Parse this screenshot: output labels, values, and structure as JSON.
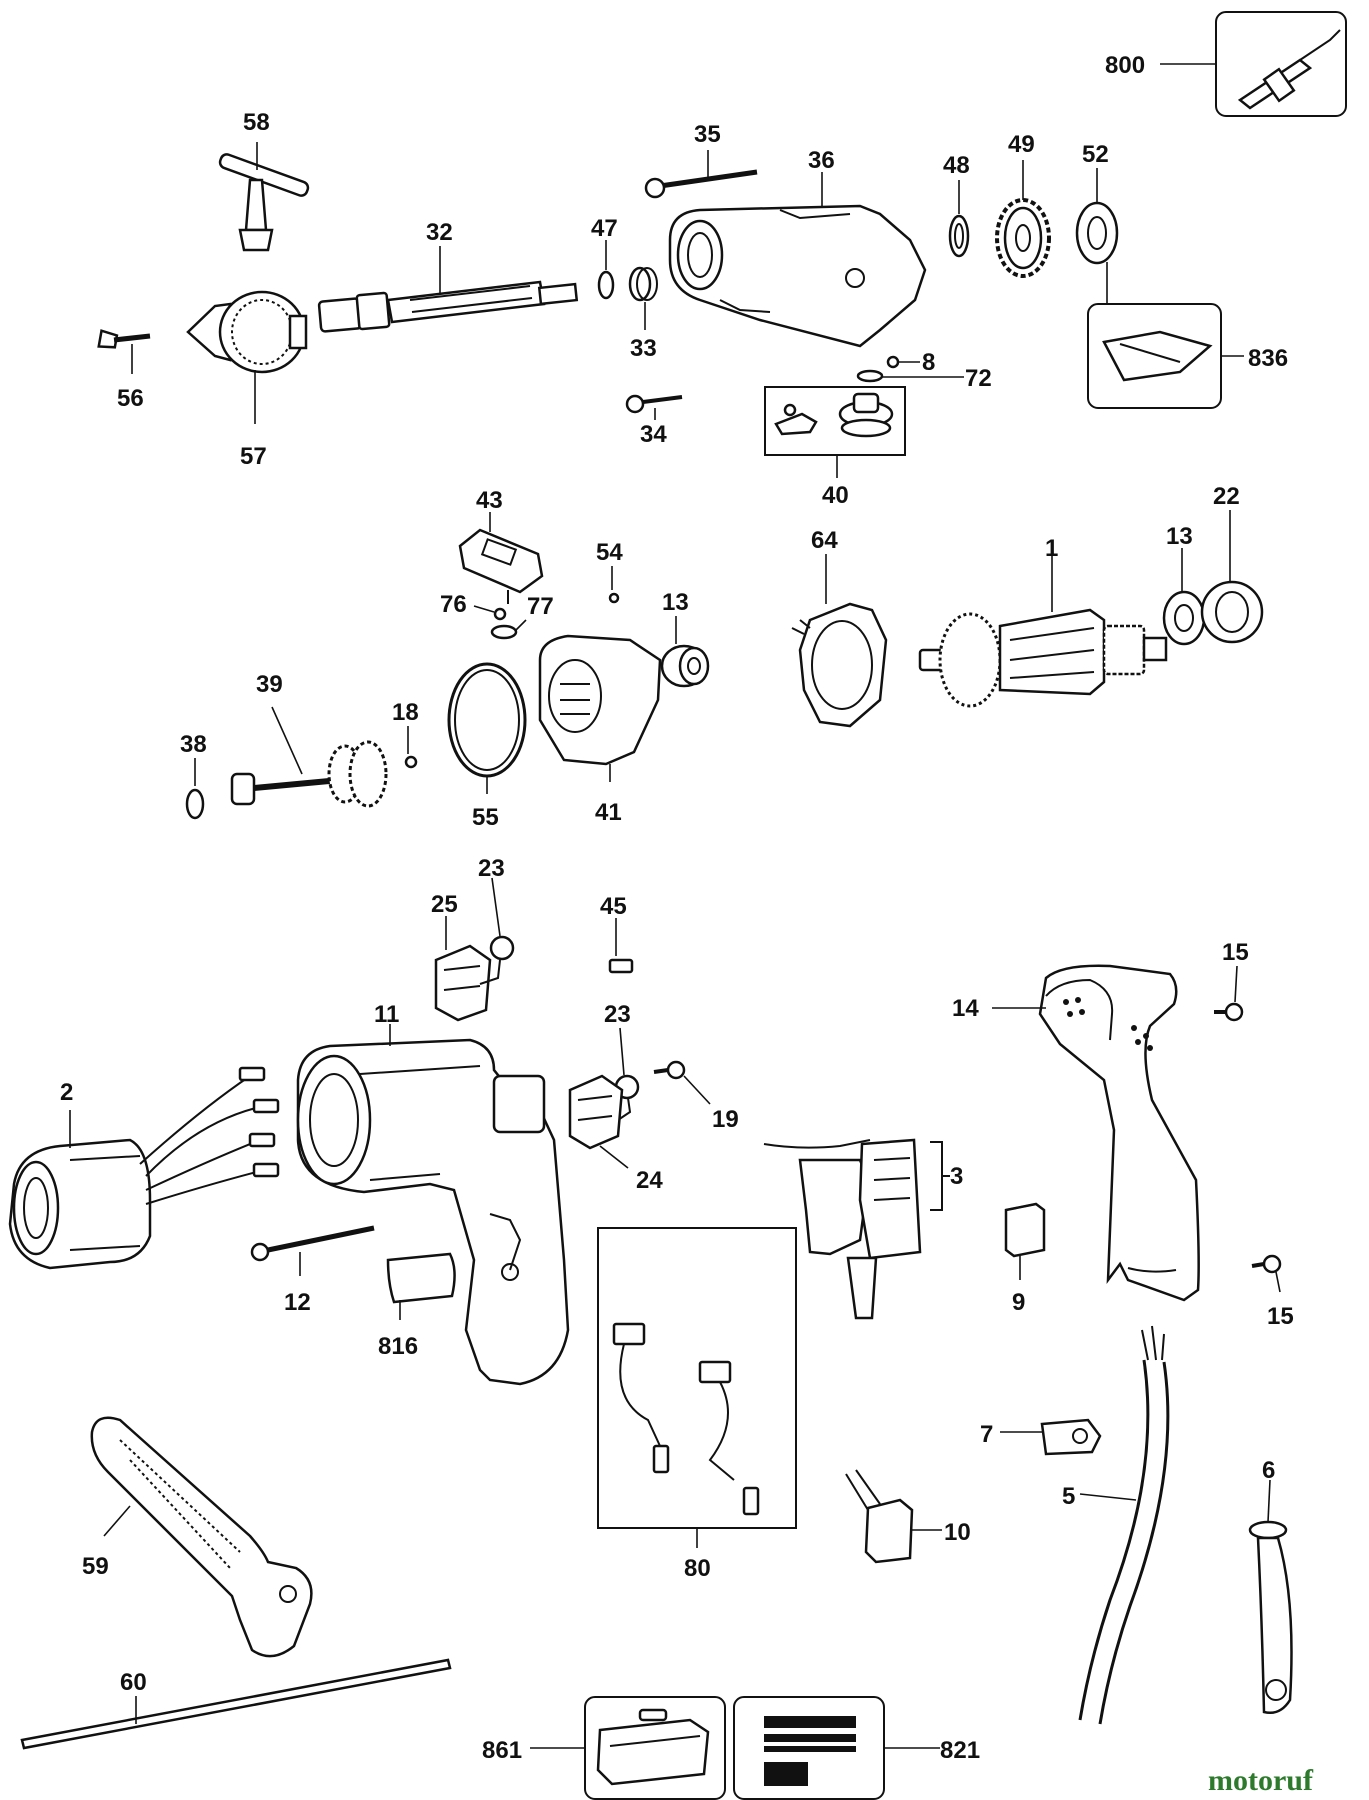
{
  "labels": {
    "p800": "800",
    "p58": "58",
    "p35": "35",
    "p36": "36",
    "p48": "48",
    "p49": "49",
    "p52": "52",
    "p32": "32",
    "p47": "47",
    "p836": "836",
    "p56": "56",
    "p33": "33",
    "p8": "8",
    "p72": "72",
    "p34": "34",
    "p57": "57",
    "p40": "40",
    "p43": "43",
    "p64": "64",
    "p1": "1",
    "p13a": "13",
    "p22": "22",
    "p54": "54",
    "p76": "76",
    "p77": "77",
    "p13b": "13",
    "p39": "39",
    "p18": "18",
    "p38": "38",
    "p55": "55",
    "p41": "41",
    "p23a": "23",
    "p25": "25",
    "p45": "45",
    "p15a": "15",
    "p11": "11",
    "p14": "14",
    "p23b": "23",
    "p2": "2",
    "p19": "19",
    "p24": "24",
    "p3": "3",
    "p12": "12",
    "p9": "9",
    "p15b": "15",
    "p816": "816",
    "p7": "7",
    "p5": "5",
    "p6": "6",
    "p10": "10",
    "p59": "59",
    "p80": "80",
    "p60": "60",
    "p861": "861",
    "p821": "821"
  },
  "watermark": "motoruf"
}
